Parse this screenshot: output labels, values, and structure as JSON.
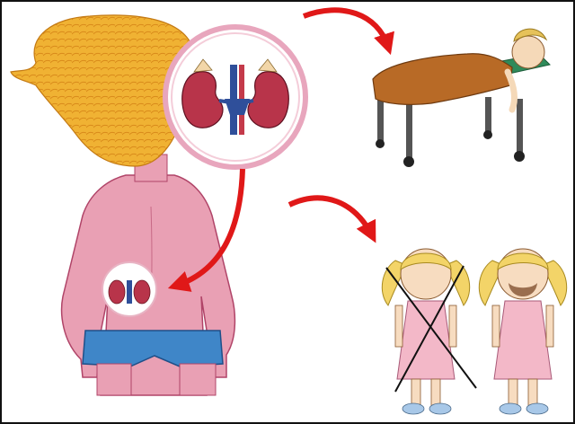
{
  "colors": {
    "skin": "#e9a0b4",
    "skin_outline": "#b04468",
    "hair": "#f0b233",
    "hair_dark": "#d98a1a",
    "kidney": "#b8344a",
    "vessel_blue": "#2f4f9a",
    "shorts": "#3f86c8",
    "arrow": "#e01818",
    "bed_blanket": "#b86a26",
    "bed_frame": "#2f8a5a",
    "dress": "#f3b8c8",
    "cross_line": "#111111"
  },
  "illustration": {
    "subjects": [
      "person-back-view",
      "kidneys-magnified-circle",
      "sick-person-in-bed",
      "girl-crossed-out",
      "girl-with-beard"
    ],
    "connectors": [
      "arrow-to-bed",
      "arrow-to-girls",
      "arrow-to-kidneys-on-back"
    ]
  }
}
